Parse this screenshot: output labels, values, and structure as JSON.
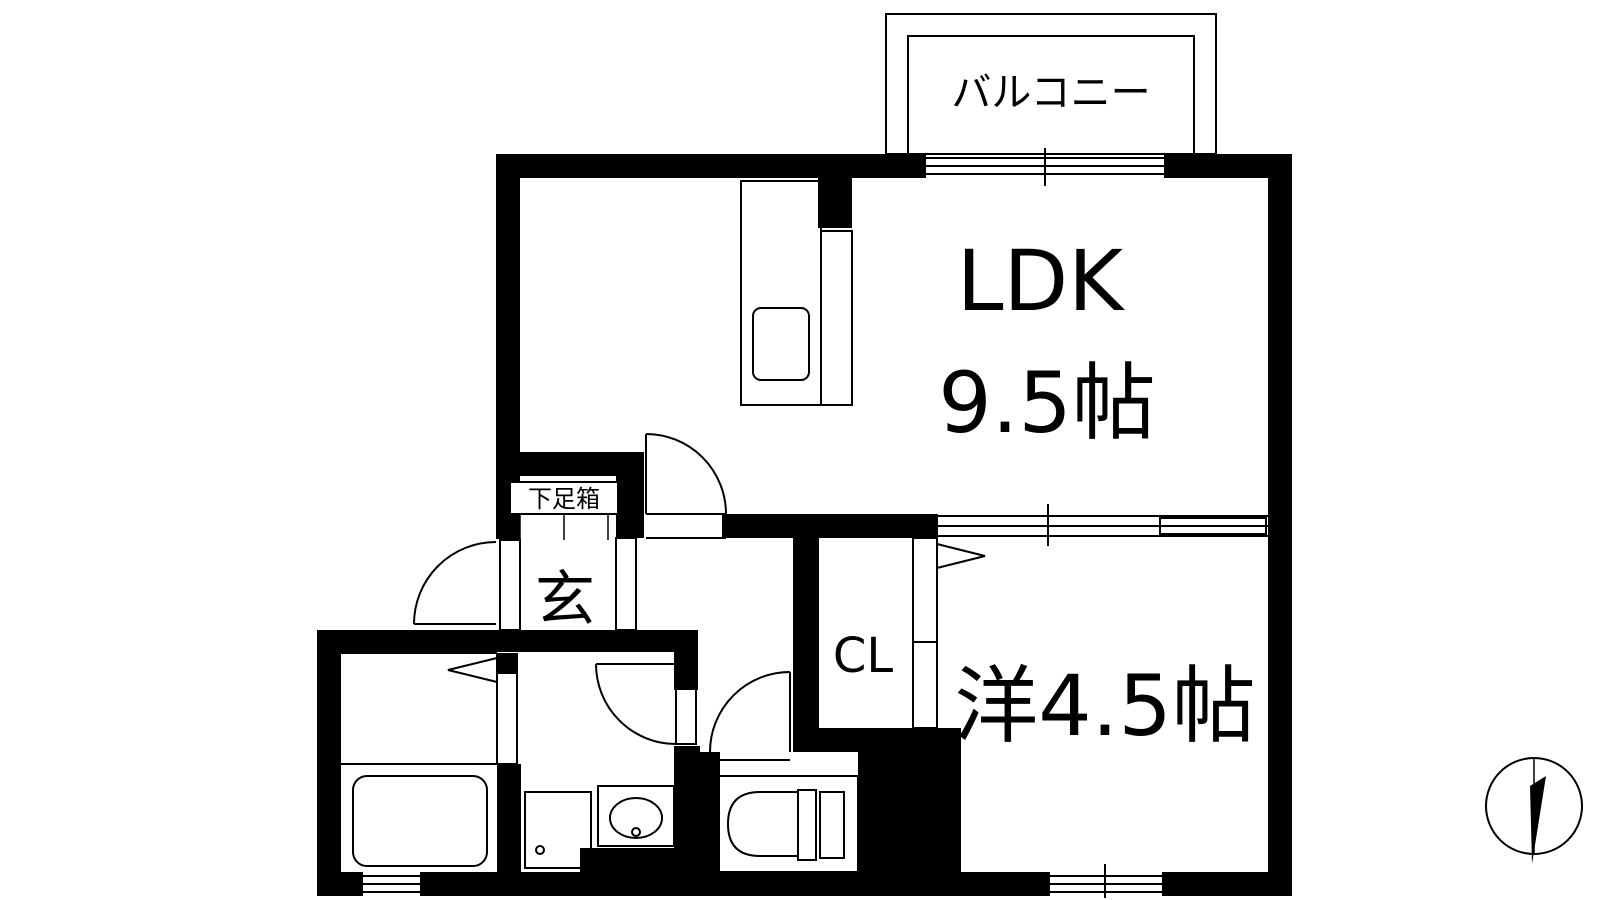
{
  "plan": {
    "balcony_label": "バルコニー",
    "ldk": {
      "name": "LDK",
      "size": "9.5帖"
    },
    "western_room": {
      "label": "洋4.5帖"
    },
    "closet_label": "CL",
    "entrance_label": "玄",
    "shoe_box_label": "下足箱"
  },
  "colors": {
    "wall": "#000000",
    "background": "#ffffff",
    "line": "#000000"
  },
  "icons": {
    "compass": "north-arrow-icon",
    "kitchen_sink": "sink-icon",
    "bathtub": "bathtub-icon",
    "washbasin": "washbasin-icon",
    "toilet": "toilet-icon"
  }
}
